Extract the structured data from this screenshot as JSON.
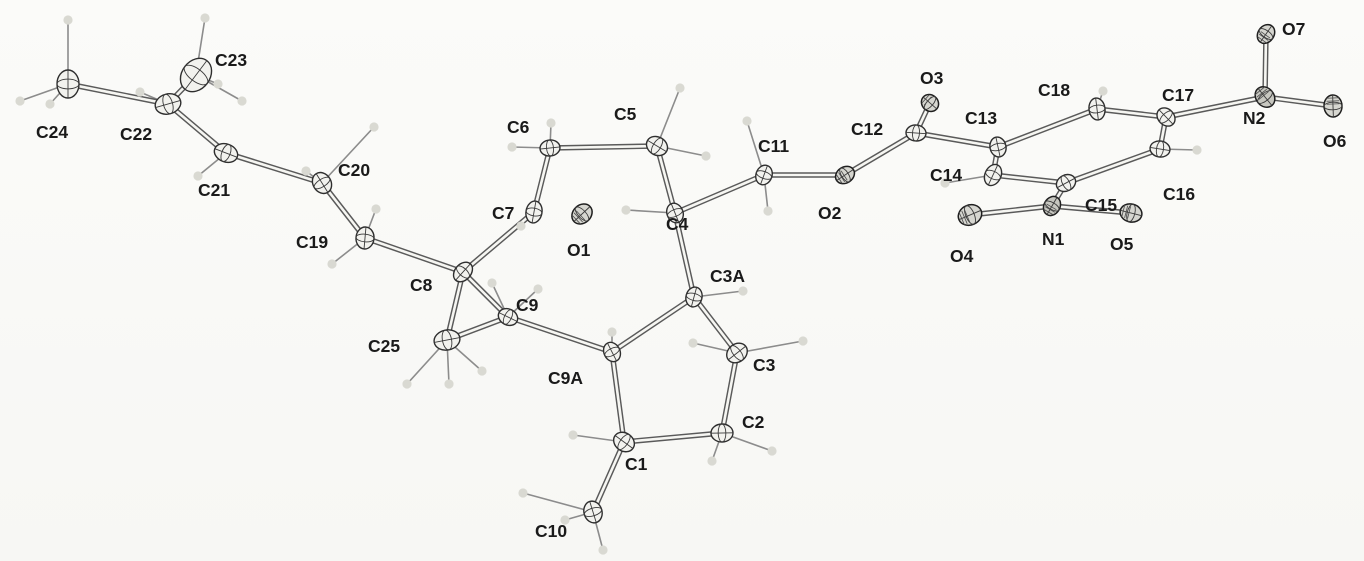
{
  "figure": {
    "type": "ORTEP crystal structure diagram",
    "atom_labels": {
      "C24": "C24",
      "C23": "C23",
      "C22": "C22",
      "C21": "C21",
      "C20": "C20",
      "C19": "C19",
      "C25": "C25",
      "C8": "C8",
      "C9": "C9",
      "C9A": "C9A",
      "C7": "C7",
      "O1": "O1",
      "C6": "C6",
      "C5": "C5",
      "C4": "C4",
      "C3A": "C3A",
      "C3": "C3",
      "C2": "C2",
      "C1": "C1",
      "C10": "C10",
      "C11": "C11",
      "O2": "O2",
      "C12": "C12",
      "O3": "O3",
      "C13": "C13",
      "C14": "C14",
      "C15": "C15",
      "C16": "C16",
      "C17": "C17",
      "C18": "C18",
      "N1": "N1",
      "O4": "O4",
      "O5": "O5",
      "N2": "N2",
      "O6": "O6",
      "O7": "O7"
    },
    "colors": {
      "bond": "#5a5a5a",
      "carbon": "#f2f2ee",
      "oxygen": "#d6d6d0",
      "nitrogen": "#c7c7c0",
      "hydrogen": "#d9d9d2",
      "label": "#1a1a1a"
    }
  }
}
